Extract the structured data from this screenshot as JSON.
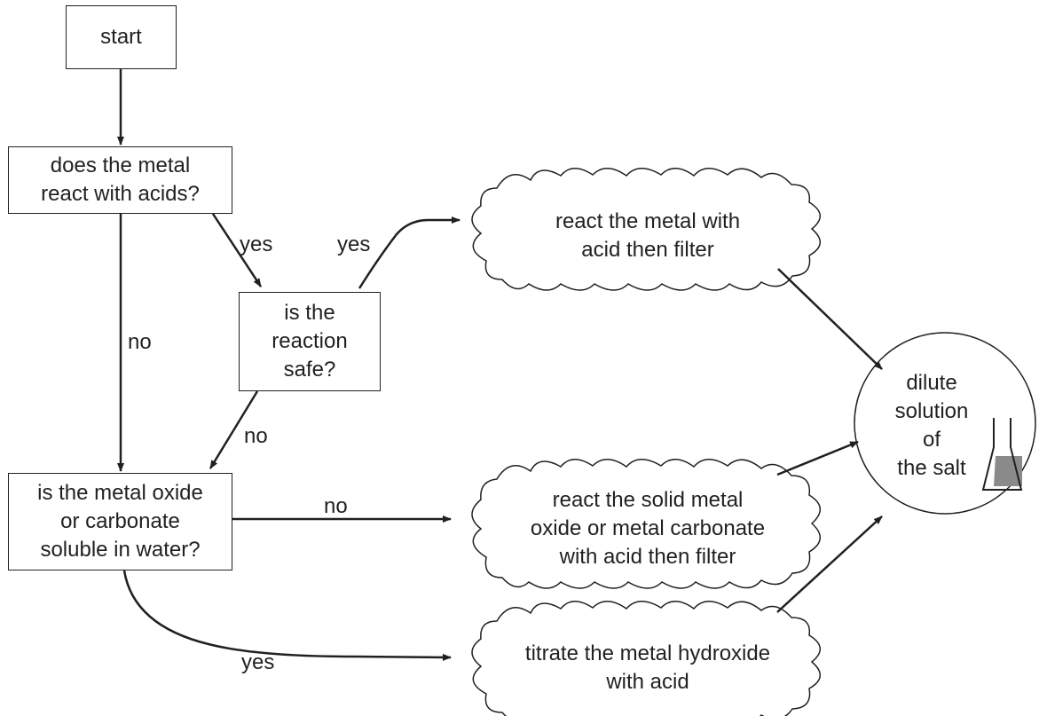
{
  "nodes": {
    "start": {
      "lines": [
        "start"
      ]
    },
    "q_react": {
      "lines": [
        "does the metal",
        "react with acids?"
      ]
    },
    "q_safe": {
      "lines": [
        "is the",
        "reaction",
        "safe?"
      ]
    },
    "q_soluble": {
      "lines": [
        "is the metal oxide",
        "or carbonate",
        "soluble in water?"
      ]
    },
    "a_react_metal": {
      "lines": [
        "react the metal with",
        "acid then filter"
      ]
    },
    "a_react_oxide": {
      "lines": [
        "react the solid metal",
        "oxide or metal carbonate",
        "with acid then filter"
      ]
    },
    "a_titrate": {
      "lines": [
        "titrate the metal hydroxide",
        "with acid"
      ]
    },
    "result": {
      "lines": [
        "dilute",
        "solution",
        "of",
        "the salt"
      ]
    }
  },
  "edge_labels": {
    "react_yes": "yes",
    "safe_yes": "yes",
    "react_no": "no",
    "safe_no": "no",
    "soluble_no": "no",
    "soluble_yes": "yes"
  },
  "colors": {
    "ink": "#231f20",
    "flask_liquid": "#8a8a8a"
  }
}
